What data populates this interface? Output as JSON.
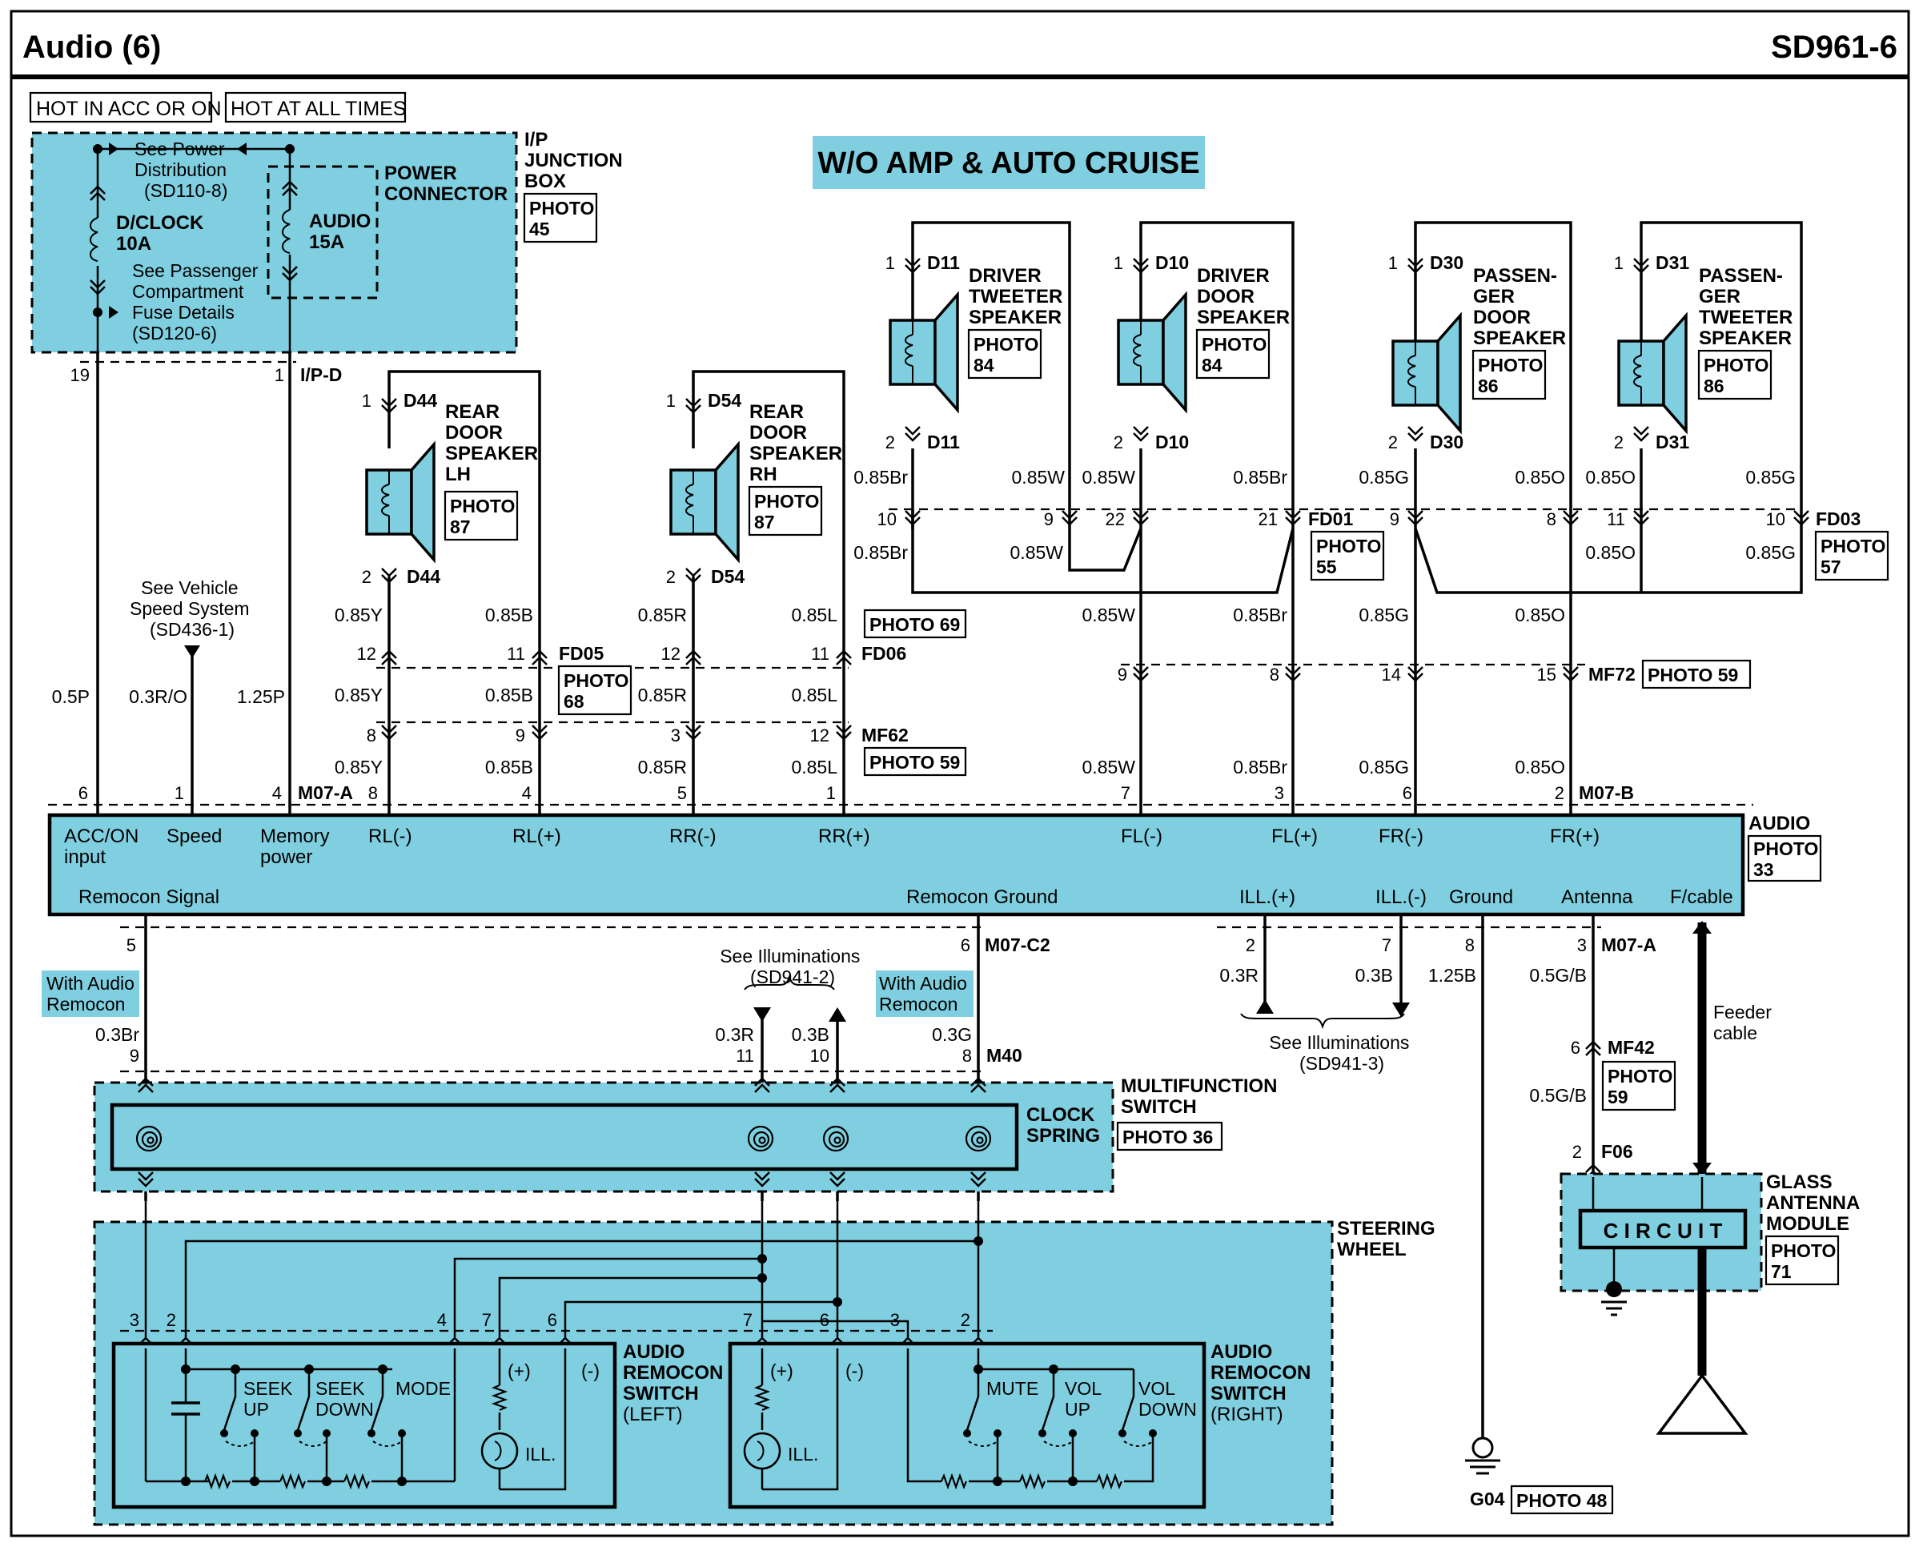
{
  "header": {
    "title": "Audio (6)",
    "code": "SD961-6"
  },
  "supply": {
    "hot_acc": "HOT IN ACC OR ON",
    "hot_all": "HOT AT ALL TIMES"
  },
  "banner": "W/O AMP & AUTO CRUISE",
  "junction_box": {
    "label": [
      "I/P",
      "JUNCTION",
      "BOX"
    ],
    "photo": [
      "PHOTO",
      "45"
    ],
    "see_power": [
      "See Power",
      "Distribution",
      "(SD110-8)"
    ],
    "see_pass": [
      "See Passenger",
      "Compartment",
      "Fuse Details",
      "(SD120-6)"
    ],
    "fuse1": [
      "D/CLOCK",
      "10A"
    ],
    "fuse2": [
      "AUDIO",
      "15A"
    ],
    "power_connector": [
      "POWER",
      "CONNECTOR"
    ],
    "pin19": "19",
    "pin1": "1",
    "conn": "I/P-D"
  },
  "speakers": [
    {
      "conn": "D11",
      "name": [
        "DRIVER",
        "TWEETER",
        "SPEAKER"
      ],
      "photo": [
        "PHOTO",
        "84"
      ]
    },
    {
      "conn": "D10",
      "name": [
        "DRIVER",
        "DOOR",
        "SPEAKER"
      ],
      "photo": [
        "PHOTO",
        "84"
      ]
    },
    {
      "conn": "D30",
      "name": [
        "PASSEN-",
        "GER",
        "DOOR",
        "SPEAKER"
      ],
      "photo": [
        "PHOTO",
        "86"
      ]
    },
    {
      "conn": "D31",
      "name": [
        "PASSEN-",
        "GER",
        "TWEETER",
        "SPEAKER"
      ],
      "photo": [
        "PHOTO",
        "86"
      ]
    },
    {
      "conn": "D44",
      "name": [
        "REAR",
        "DOOR",
        "SPEAKER",
        "LH"
      ],
      "photo": [
        "PHOTO",
        "87"
      ]
    },
    {
      "conn": "D54",
      "name": [
        "REAR",
        "DOOR",
        "SPEAKER",
        "RH"
      ],
      "photo": [
        "PHOTO",
        "87"
      ]
    }
  ],
  "connectors": {
    "fd01": "FD01",
    "fd03": "FD03",
    "fd05": "FD05",
    "fd06": "FD06",
    "mf62": "MF62",
    "mf72": "MF72",
    "m07a": "M07-A",
    "m07b": "M07-B",
    "m07c2": "M07-C2",
    "m40": "M40",
    "mf42": "MF42",
    "f06": "F06",
    "g04": "G04"
  },
  "photos": {
    "p55": [
      "PHOTO",
      "55"
    ],
    "p57": [
      "PHOTO",
      "57"
    ],
    "p68": [
      "PHOTO",
      "68"
    ],
    "p69": "PHOTO 69",
    "p59": "PHOTO 59",
    "p33": [
      "PHOTO",
      "33"
    ],
    "p36": "PHOTO 36",
    "p71": [
      "PHOTO",
      "71"
    ],
    "p48": "PHOTO 48",
    "p59b": [
      "PHOTO",
      "59"
    ]
  },
  "wire_labels": {
    "w085br": "0.85Br",
    "w085w": "0.85W",
    "w085g": "0.85G",
    "w085o": "0.85O",
    "w085y": "0.85Y",
    "w085b": "0.85B",
    "w085r": "0.85R",
    "w085l": "0.85L",
    "w05p": "0.5P",
    "w03ro": "0.3R/O",
    "w125p": "1.25P",
    "w03br": "0.3Br",
    "w03r": "0.3R",
    "w03b": "0.3B",
    "w03g": "0.3G",
    "w125b": "1.25B",
    "w05gb": "0.5G/B"
  },
  "audio_unit": {
    "name": "AUDIO",
    "top_labels": [
      "ACC/ON",
      "input",
      "Speed",
      "Memory",
      "power",
      "RL(-)",
      "RL(+)",
      "RR(-)",
      "RR(+)",
      "FL(-)",
      "FL(+)",
      "FR(-)",
      "FR(+)"
    ],
    "bottom_labels": [
      "Remocon Signal",
      "Remocon Ground",
      "ILL.(+)",
      "ILL.(-)",
      "Ground",
      "Antenna",
      "F/cable"
    ]
  },
  "notes": {
    "vss": [
      "See Vehicle",
      "Speed System",
      "(SD436-1)"
    ],
    "ill2": [
      "See Illuminations",
      "(SD941-2)"
    ],
    "ill3": [
      "See Illuminations",
      "(SD941-3)"
    ],
    "with_remocon": [
      "With Audio",
      "Remocon"
    ],
    "feeder": [
      "Feeder",
      "cable"
    ]
  },
  "modules": {
    "multifunction": [
      "MULTIFUNCTION",
      "SWITCH"
    ],
    "clock_spring": [
      "CLOCK",
      "SPRING"
    ],
    "steering": [
      "STEERING",
      "WHEEL"
    ],
    "remocon_left": [
      "AUDIO",
      "REMOCON",
      "SWITCH",
      "(LEFT)"
    ],
    "remocon_right": [
      "AUDIO",
      "REMOCON",
      "SWITCH",
      "(RIGHT)"
    ],
    "glass_antenna": [
      "GLASS",
      "ANTENNA",
      "MODULE"
    ],
    "circuit": "C I R C U I T"
  },
  "switches": {
    "seek_up": [
      "SEEK",
      "UP"
    ],
    "seek_down": [
      "SEEK",
      "DOWN"
    ],
    "mode": "MODE",
    "mute": "MUTE",
    "vol_up": [
      "VOL",
      "UP"
    ],
    "vol_down": [
      "VOL",
      "DOWN"
    ],
    "ill": "ILL.",
    "plus": "(+)",
    "minus": "(-)"
  },
  "pins": {
    "n1": "1",
    "n2": "2",
    "n3": "3",
    "n4": "4",
    "n5": "5",
    "n6": "6",
    "n7": "7",
    "n8": "8",
    "n9": "9",
    "n10": "10",
    "n11": "11",
    "n12": "12",
    "n14": "14",
    "n15": "15",
    "n19": "19",
    "n21": "21",
    "n22": "22"
  }
}
